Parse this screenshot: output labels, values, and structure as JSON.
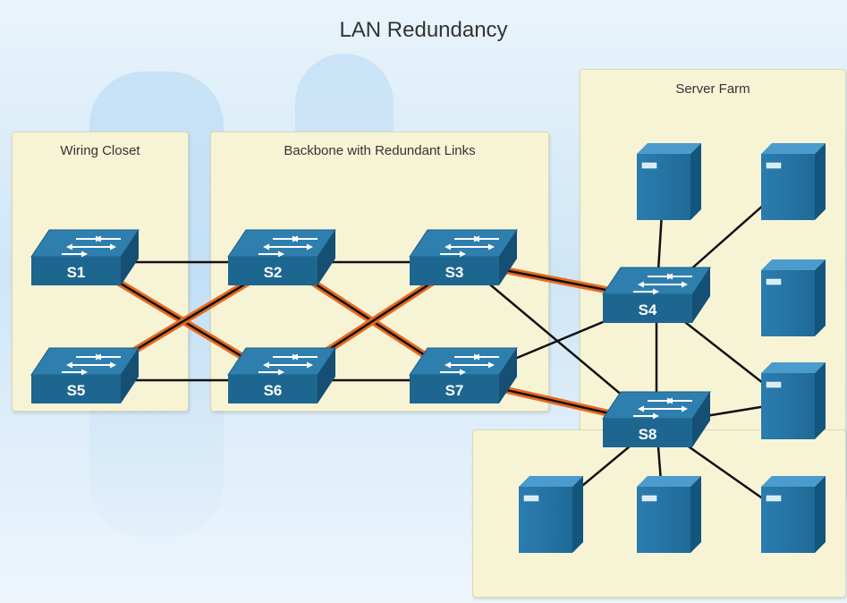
{
  "title": "LAN Redundancy",
  "zones": {
    "wiring_closet": "Wiring Closet",
    "backbone": "Backbone with Redundant Links",
    "server_farm": "Server Farm"
  },
  "switches": [
    {
      "id": "S1"
    },
    {
      "id": "S2"
    },
    {
      "id": "S3"
    },
    {
      "id": "S4"
    },
    {
      "id": "S5"
    },
    {
      "id": "S6"
    },
    {
      "id": "S7"
    },
    {
      "id": "S8"
    }
  ],
  "links": [
    {
      "from": "S1",
      "to": "S2",
      "type": "standard"
    },
    {
      "from": "S2",
      "to": "S3",
      "type": "standard"
    },
    {
      "from": "S5",
      "to": "S6",
      "type": "standard"
    },
    {
      "from": "S6",
      "to": "S7",
      "type": "standard"
    },
    {
      "from": "S1",
      "to": "S6",
      "type": "redundant"
    },
    {
      "from": "S5",
      "to": "S2",
      "type": "redundant"
    },
    {
      "from": "S2",
      "to": "S7",
      "type": "redundant"
    },
    {
      "from": "S6",
      "to": "S3",
      "type": "redundant"
    },
    {
      "from": "S3",
      "to": "S4",
      "type": "redundant"
    },
    {
      "from": "S7",
      "to": "S8",
      "type": "redundant"
    },
    {
      "from": "S3",
      "to": "S8",
      "type": "standard"
    },
    {
      "from": "S7",
      "to": "S4",
      "type": "standard"
    },
    {
      "from": "S4",
      "to": "S8",
      "type": "standard"
    }
  ],
  "servers_count": 7,
  "colors": {
    "panel": "#f7f4d6",
    "device_top": "#2f7fae",
    "device_front": "#1d6690",
    "standard_link": "#111111",
    "redundant_link_outer": "#e66a1f",
    "redundant_link_inner": "#111111"
  }
}
